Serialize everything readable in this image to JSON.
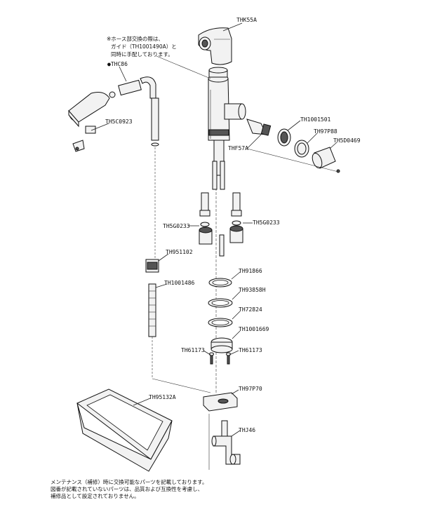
{
  "parts": {
    "thk55a": "THK55A",
    "thc86": "●THC86",
    "th5c0923": "TH5C0923",
    "th1001501": "TH1001501",
    "th97p88": "TH97P88",
    "th5d0469": "TH5D0469",
    "thf57a": "THF57A",
    "th5g0233_left": "TH5G0233",
    "th5g0233_right": "TH5G0233",
    "th951102": "TH951102",
    "th91866": "TH91866",
    "th93858h": "TH93858H",
    "th1001486": "TH1001486",
    "th72824": "TH72824",
    "th1001669": "TH1001669",
    "th61173_left": "TH61173",
    "th61173_right": "TH61173",
    "th95132a": "TH95132A",
    "th97p70": "TH97P70",
    "thj46": "THJ46"
  },
  "hose_note": {
    "line1": "※ホース部交換の際は、",
    "line2": "ガイド（TH1001490A）と",
    "line3": "同時に手配しております。"
  },
  "footer_note": {
    "line1": "メンテナンス（補修）時に交換可能なパーツを記載しております。",
    "line2": "図番が記載されていないパーツは、品質および互換性を考慮し、",
    "line3": "補修品として設定されておりません。"
  }
}
